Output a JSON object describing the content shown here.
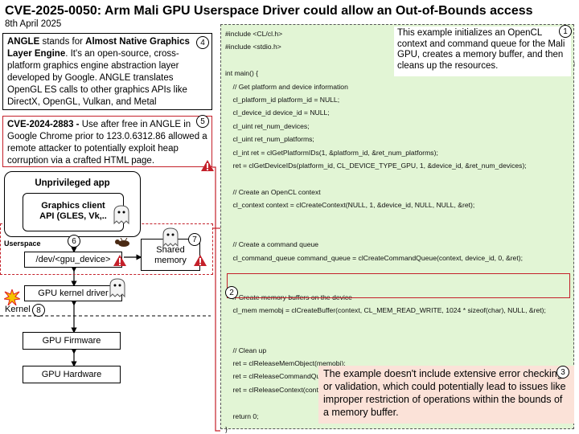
{
  "title": "CVE-2025-0050: Arm Mali GPU Userspace Driver could allow an Out-of-Bounds access",
  "date": "8th April 2025",
  "angle_box": {
    "num": "4",
    "term": "ANGLE",
    "stands_for": " stands for ",
    "full_name": "Almost Native Graphics Layer Engine",
    "rest": ". It's an open-source, cross-platform graphics engine abstraction layer developed by Google. ANGLE translates OpenGL ES calls to other graphics APIs like DirectX, OpenGL, Vulkan, and Metal"
  },
  "cve_box": {
    "num": "5",
    "id": "CVE-2024-2883 -",
    "text": " Use after free in ANGLE in Google Chrome prior to 123.0.6312.86 allowed a remote attacker to potentially exploit heap corruption via a crafted HTML page."
  },
  "diagram": {
    "unprivileged_app": "Unprivileged app",
    "graphics_client_line1": "Graphics client",
    "graphics_client_line2": "API (GLES, Vk,..",
    "userspace_label": "Userspace",
    "dev_node": "/dev/<gpu_device>",
    "shared_memory_line1": "Shared",
    "shared_memory_line2": "memory",
    "kernel_driver": "GPU kernel driver",
    "kernel_label": "Kernel",
    "firmware": "GPU Firmware",
    "hardware": "GPU Hardware",
    "num6": "6",
    "num7": "7",
    "num8": "8"
  },
  "code": {
    "lines": [
      "#include <CL/cl.h>",
      "#include <stdio.h>",
      "",
      "int main() {",
      "    // Get platform and device information",
      "    cl_platform_id platform_id = NULL;",
      "    cl_device_id device_id = NULL;",
      "    cl_uint ret_num_devices;",
      "    cl_uint ret_num_platforms;",
      "    cl_int ret = clGetPlatformIDs(1, &platform_id, &ret_num_platforms);",
      "    ret = clGetDeviceIDs(platform_id, CL_DEVICE_TYPE_GPU, 1, &device_id, &ret_num_devices);",
      "",
      "    // Create an OpenCL context",
      "    cl_context context = clCreateContext(NULL, 1, &device_id, NULL, NULL, &ret);",
      "",
      "",
      "    // Create a command queue",
      "    cl_command_queue command_queue = clCreateCommandQueue(context, device_id, 0, &ret);",
      "",
      "",
      "    // Create memory buffers on the device",
      "    cl_mem memobj = clCreateBuffer(context, CL_MEM_READ_WRITE, 1024 * sizeof(char), NULL, &ret);",
      "",
      "",
      "    // Clean up",
      "    ret = clReleaseMemObject(memobj);",
      "    ret = clReleaseCommandQueue(command_queue);",
      "    ret = clReleaseContext(context);",
      "",
      "    return 0;",
      "}"
    ],
    "highlight_num": "2"
  },
  "note1": {
    "num": "1",
    "text": "This example initializes an OpenCL context and command queue for the Mali GPU, creates a memory buffer, and then cleans up the resources."
  },
  "note3": {
    "num": "3",
    "text": "The example doesn't include extensive error checking or validation, which could potentially lead to issues like improper restriction of operations within the bounds of a memory buffer."
  },
  "colors": {
    "code_bg": "#e2f5d5",
    "alert_red": "#c4202a",
    "note3_bg": "#fbe2d8"
  },
  "icons": [
    "warning-triangle-icon",
    "ghost-icon",
    "bug-icon",
    "explosion-icon",
    "mascot-icon"
  ]
}
